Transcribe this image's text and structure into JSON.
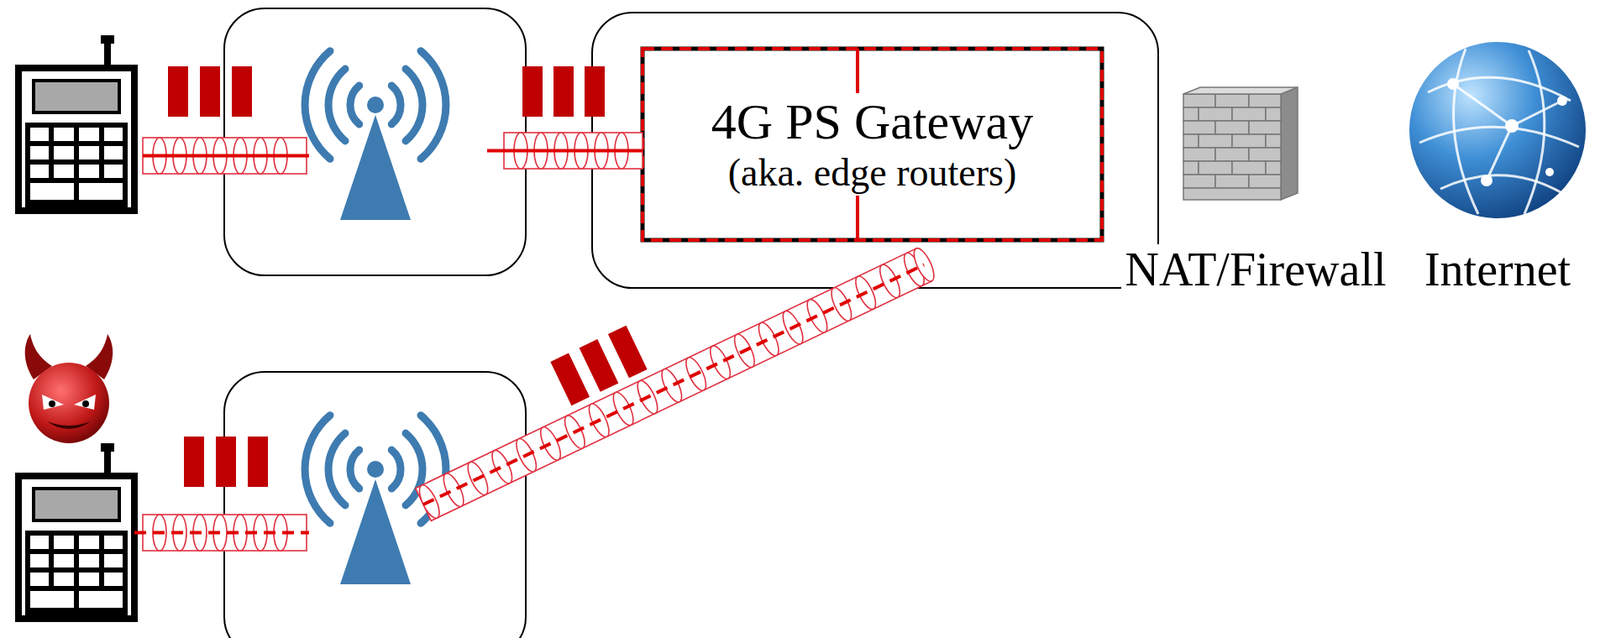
{
  "diagram": {
    "nodes": [
      {
        "text": [
          "4G PS Gateway",
          "(aka. edge routers)"
        ]
      }
    ],
    "labels": [
      "NAT/Firewall",
      "Internet"
    ]
  }
}
